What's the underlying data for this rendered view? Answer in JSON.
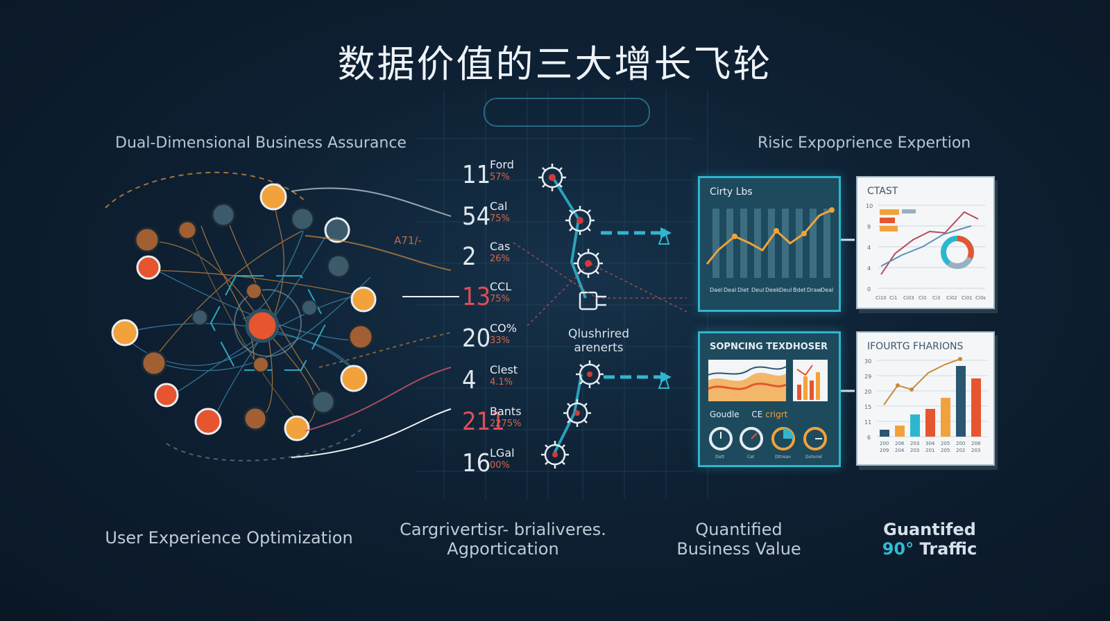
{
  "title": "数据价值的三大增长飞轮",
  "headings": {
    "left": "Dual-Dimensional Business Assurance",
    "right": "Risic Expoprience Expertion"
  },
  "captions": {
    "c1": "User Experience Optimization",
    "c2_line1": "Cargrivertisr- brialiveres.",
    "c2_line2": "Agportication",
    "c3_line1": "Quantified",
    "c3_line2": "Business Value",
    "c4_line1": "Guantifed",
    "c4_prefix": "90°",
    "c4_rest": "Traffic"
  },
  "network_annotation": "A71/-",
  "gear_label_line1": "Qlushrired",
  "gear_label_line2": "arenerts",
  "metrics": [
    {
      "big": "11",
      "label": "Ford",
      "pct": "57%",
      "red": false
    },
    {
      "big": "54",
      "label": "Cal",
      "pct": "75%",
      "red": false
    },
    {
      "big": "2",
      "label": "Cas",
      "pct": "26%",
      "red": false
    },
    {
      "big": "13",
      "label": "CCL",
      "pct": "75%",
      "red": true
    },
    {
      "big": "20",
      "label": "CO%",
      "pct": "33%",
      "red": false
    },
    {
      "big": "4",
      "label": "Clest",
      "pct": "4.1%",
      "red": false
    },
    {
      "big": "211",
      "label": "Bants",
      "pct": "2275%",
      "red": true
    },
    {
      "big": "16",
      "label": "LGal",
      "pct": "00%",
      "red": false
    }
  ],
  "panels": {
    "p1": {
      "title": "Cirty Lbs",
      "columns": [
        "Dael",
        "Deal",
        "Diet",
        "Deul",
        "Deek",
        "Deul",
        "Bdet",
        "Draw",
        "Deal"
      ]
    },
    "p2": {
      "title": "CTAST",
      "yticks": [
        "10",
        "9",
        "4",
        "4",
        "0"
      ],
      "xticks": [
        "Ci10",
        "Ci1",
        "Ci03",
        "Ci0",
        "Ci3",
        "Ci02",
        "Ci01",
        "Ci0s"
      ]
    },
    "p3": {
      "title": "SOPNCING TEXDHOSER",
      "sub1": "Goudle",
      "sub2": "CE",
      "sub2_accent": "crigrt",
      "gauge_labels": [
        "Dott",
        "Cet",
        "Dttrean",
        "Dotoriel"
      ]
    },
    "p4": {
      "title": "IFOURTG FHARIONS",
      "yticks": [
        "30",
        "29",
        "20",
        "15",
        "11",
        "6"
      ],
      "xticks": [
        "200",
        "206",
        "203",
        "304",
        "205",
        "200",
        "208"
      ],
      "xticks2": [
        "209",
        "204",
        "203",
        "201",
        "205",
        "202",
        "203"
      ]
    }
  },
  "colors": {
    "cyan": "#2fb6cf",
    "orange": "#f2a23a",
    "red_orange": "#e6552f",
    "brown": "#a15f33",
    "slate": "#3b5a6b"
  }
}
